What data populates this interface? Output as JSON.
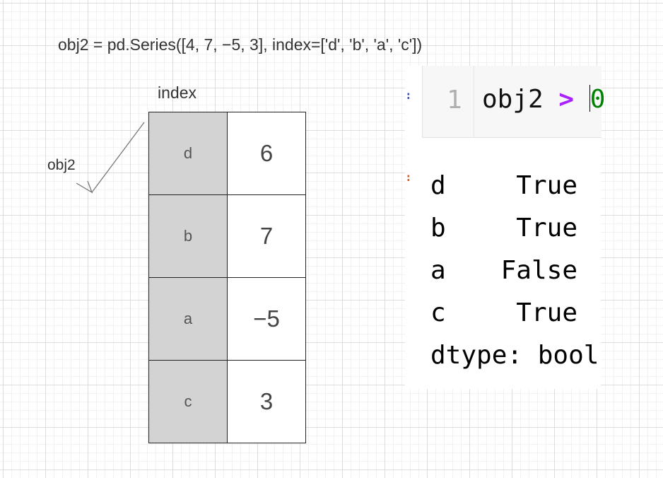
{
  "title": "obj2 = pd.Series([4, 7, −5, 3], index=['d', 'b', 'a', 'c'])",
  "diagram": {
    "index_label": "index",
    "object_label": "obj2",
    "rows": [
      {
        "index": "d",
        "value": "6"
      },
      {
        "index": "b",
        "value": "7"
      },
      {
        "index": "a",
        "value": "−5"
      },
      {
        "index": "c",
        "value": "3"
      }
    ]
  },
  "notebook": {
    "line_number": "1",
    "code": {
      "var": "obj2",
      "op": ">",
      "num": "0"
    },
    "output": {
      "rows": [
        {
          "key": "d",
          "value": "True"
        },
        {
          "key": "b",
          "value": "True"
        },
        {
          "key": "a",
          "value": "False"
        },
        {
          "key": "c",
          "value": "True"
        }
      ],
      "dtype": "dtype: bool"
    }
  },
  "colors": {
    "index_fill": "#d3d3d3",
    "operator": "#aa22ff",
    "number": "#008000",
    "in_marker": "#3b4fb8",
    "out_marker": "#c9602d"
  }
}
